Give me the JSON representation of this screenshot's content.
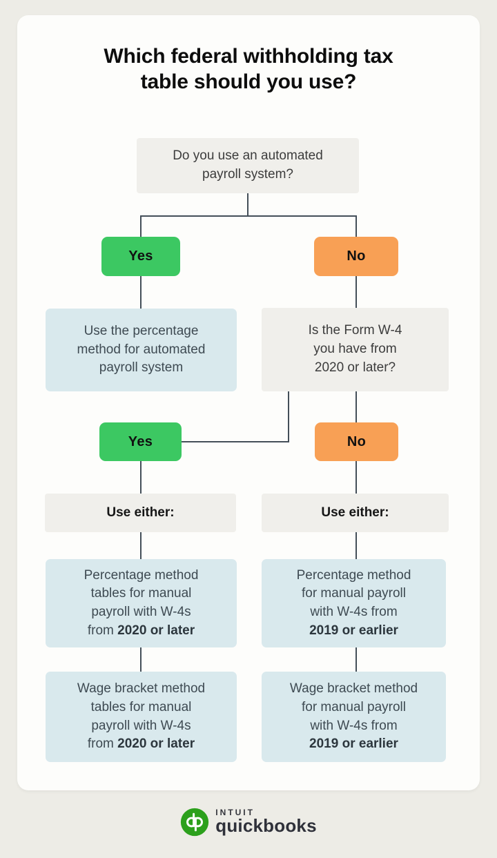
{
  "page": {
    "title": "Which federal withholding tax table should you use?"
  },
  "colors": {
    "background": "#edece6",
    "card": "#fdfdfb",
    "gray_box": "#f0efeb",
    "blue_box": "#d9e9ed",
    "yes_green": "#3cc862",
    "no_orange": "#f8a055",
    "connector": "#434e58",
    "quickbooks_green": "#2ca01c",
    "text_dark": "#3c3c3c",
    "text_slate": "#3e4a52"
  },
  "flow": {
    "q1": {
      "l1": "Do you use an automated",
      "l2": "payroll system?"
    },
    "yes1": "Yes",
    "no1": "No",
    "auto_result": {
      "l1": "Use the percentage",
      "l2": "method for automated",
      "l3": "payroll system"
    },
    "q2": {
      "l1": "Is the Form W-4",
      "l2": "you have from",
      "l3": "2020 or later?"
    },
    "yes2": "Yes",
    "no2": "No",
    "use_either_left": "Use either:",
    "use_either_right": "Use either:",
    "perc_left": {
      "l1": "Percentage method",
      "l2": "tables for manual",
      "l3": "payroll with W-4s",
      "l4a": "from ",
      "l4b": "2020 or later"
    },
    "perc_right": {
      "l1": "Percentage method",
      "l2": "for manual payroll",
      "l3": "with W-4s from",
      "l4a": "",
      "l4b": "2019 or earlier"
    },
    "wage_left": {
      "l1": "Wage bracket method",
      "l2": "tables for manual",
      "l3": "payroll with W-4s",
      "l4a": "from ",
      "l4b": "2020 or later"
    },
    "wage_right": {
      "l1": "Wage bracket method",
      "l2": "for manual payroll",
      "l3": "with W-4s from",
      "l4a": "",
      "l4b": "2019 or earlier"
    }
  },
  "footer": {
    "brand_top": "INTUIT",
    "brand_bottom": "quickbooks"
  }
}
